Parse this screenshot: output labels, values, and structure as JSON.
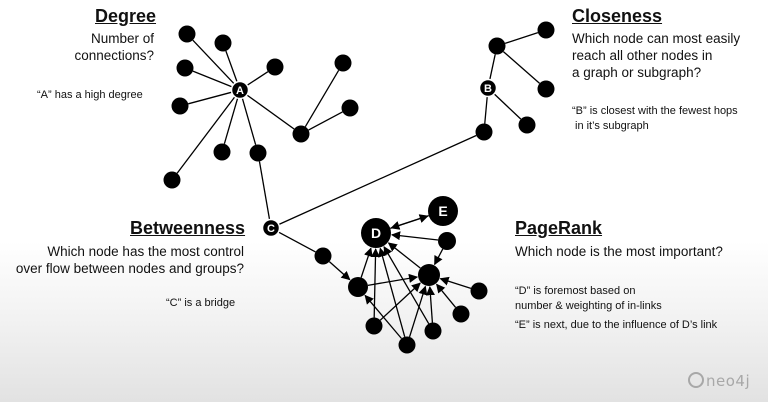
{
  "degree": {
    "heading": "Degree",
    "question": [
      "Number of",
      "connections?"
    ],
    "note": "“A” has a high degree",
    "node_label": "A"
  },
  "closeness": {
    "heading": "Closeness",
    "question": [
      "Which node can most easily",
      "reach all other nodes in",
      "a graph or subgraph?"
    ],
    "note": [
      "“B” is closest with the fewest hops",
      "in it’s subgraph"
    ],
    "node_label": "B"
  },
  "betweenness": {
    "heading": "Betweenness",
    "question": [
      "Which node has the most control",
      "over flow between nodes and groups?"
    ],
    "note": "“C” is a bridge",
    "node_label": "C"
  },
  "pagerank": {
    "heading": "PageRank",
    "question": "Which node is the most important?",
    "note_d": [
      "“D” is foremost based on",
      "number & weighting of in-links"
    ],
    "note_e": "“E” is next, due to the influence of D’s link",
    "node_labels": [
      "D",
      "E"
    ]
  },
  "logo": {
    "text": "neo4j"
  },
  "colors": {
    "node": "#000000",
    "node_label": "#ffffff",
    "edge": "#000000"
  }
}
